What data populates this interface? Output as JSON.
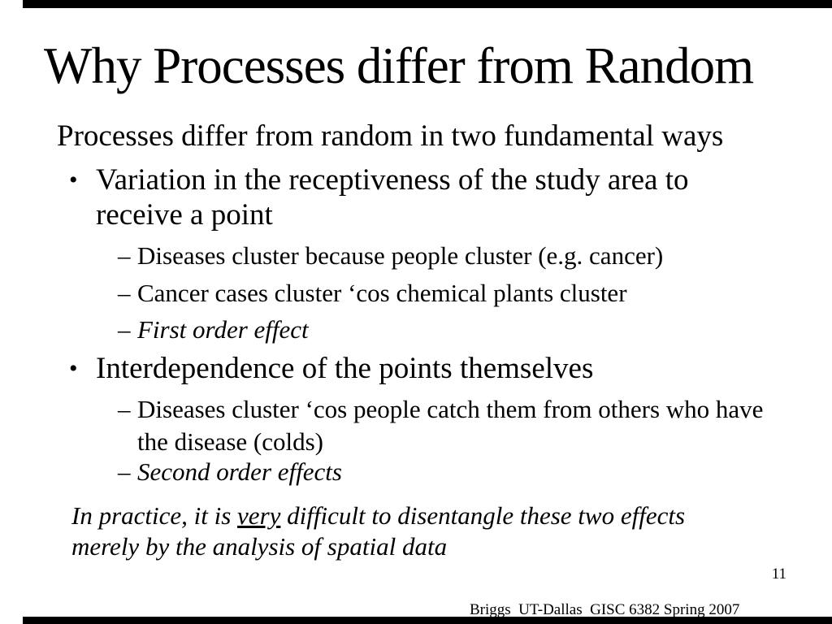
{
  "slide": {
    "title": "Why Processes differ from Random",
    "intro": "Processes differ from random in two fundamental ways",
    "markers": {
      "bullet": "•",
      "dash": "–"
    },
    "bullets": [
      {
        "label": "Variation in the receptiveness of the study area to receive a point",
        "subs": [
          {
            "text": "Diseases cluster because people cluster (e.g. cancer)"
          },
          {
            "text": "Cancer cases cluster ‘cos chemical plants cluster"
          },
          {
            "text": "First order effect"
          }
        ]
      },
      {
        "label": "Interdependence of the points themselves",
        "subs": [
          {
            "text": "Diseases cluster ‘cos people catch them from others who have the disease (colds)"
          },
          {
            "text": "Second order effects"
          }
        ]
      }
    ],
    "note": {
      "pre": "In practice, it is ",
      "underlined": "very",
      "post": " difficult to disentangle these two effects merely by the analysis of spatial data"
    },
    "page_number": "11",
    "footer": "Briggs  UT-Dallas  GISC 6382 Spring 2007",
    "colors": {
      "background": "#ffffff",
      "text": "#000000",
      "bar": "#000000"
    }
  }
}
